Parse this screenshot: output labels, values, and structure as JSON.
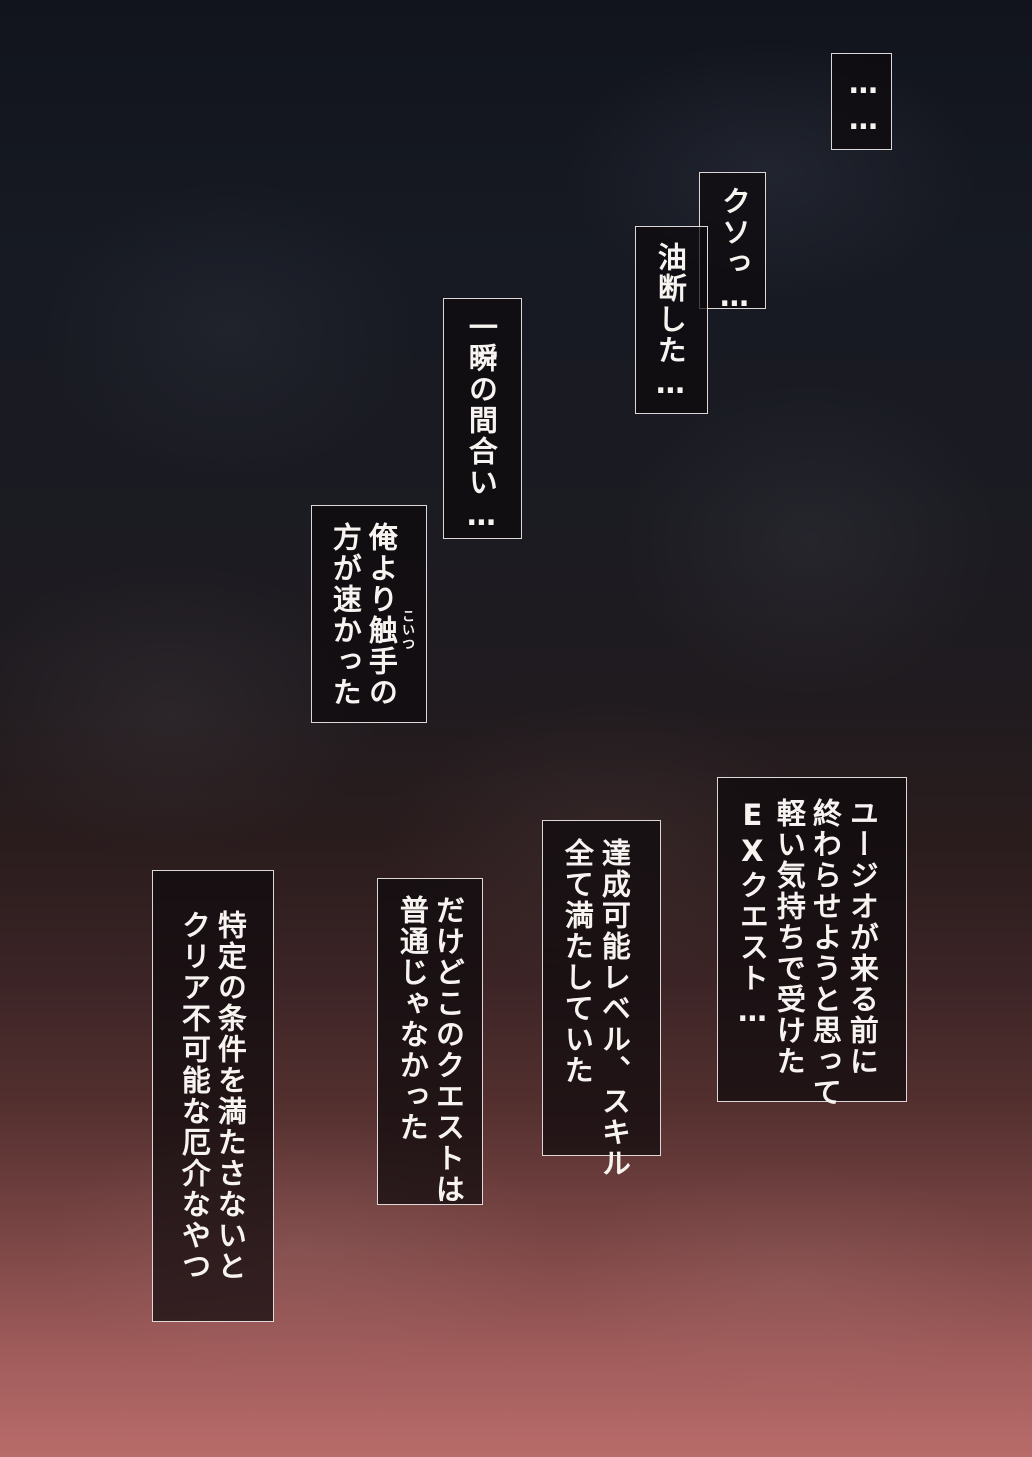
{
  "balloons": [
    {
      "id": "ellipsis",
      "lines": [
        "……"
      ]
    },
    {
      "id": "kuso",
      "lines": [
        "クソっ…"
      ]
    },
    {
      "id": "yudan",
      "lines": [
        "油断した…"
      ]
    },
    {
      "id": "isshun",
      "lines": [
        "一瞬の間合い…"
      ]
    },
    {
      "id": "ore",
      "lines": [
        "俺より触手の",
        "方が速かった"
      ],
      "ruby": "こいつ"
    },
    {
      "id": "yujio",
      "lines": [
        "ユージオが来る前に",
        "終わらせようと思って",
        "軽い気持ちで受けた",
        "EXクエスト…"
      ]
    },
    {
      "id": "tassei",
      "lines": [
        "達成可能レベル、スキル",
        "全て満たしていた"
      ]
    },
    {
      "id": "dakedo",
      "lines": [
        "だけどこのクエストは",
        "普通じゃなかった"
      ]
    },
    {
      "id": "tokutei",
      "lines": [
        "特定の条件を満たさないと",
        "クリア不可能な厄介なやつ"
      ]
    }
  ]
}
